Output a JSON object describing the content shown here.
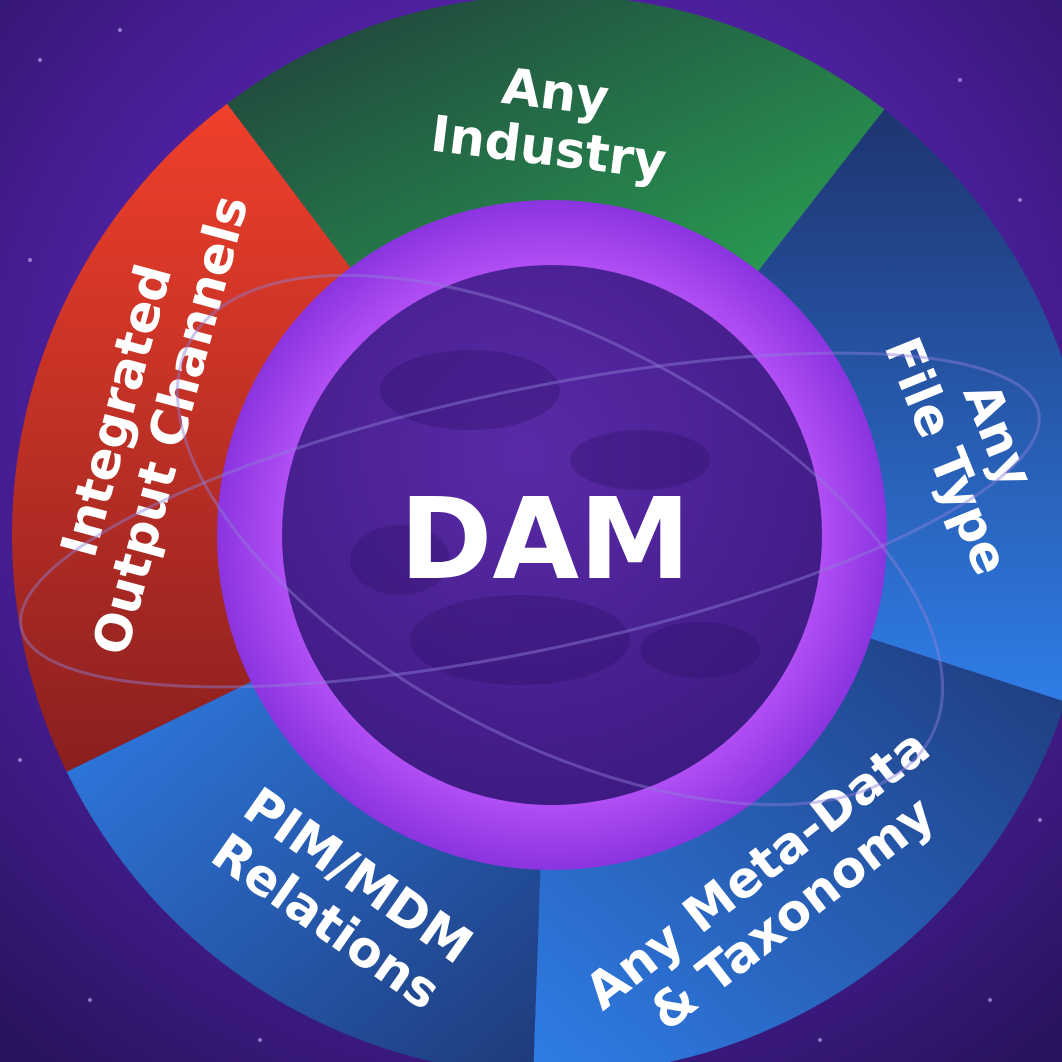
{
  "center": {
    "label": "DAM"
  },
  "segments": [
    {
      "id": "industry",
      "lines": [
        "Any",
        "Industry"
      ],
      "color_top": "#1f3d3a",
      "color_bottom": "#2aa655"
    },
    {
      "id": "file-type",
      "lines": [
        "Any",
        "File Type"
      ],
      "color_top": "#1e3470",
      "color_bottom": "#2f7de6"
    },
    {
      "id": "metadata",
      "lines": [
        "Any Meta-Data",
        "& Taxonomy"
      ],
      "color_top": "#1e3a7a",
      "color_bottom": "#2f7de6"
    },
    {
      "id": "pim-mdm",
      "lines": [
        "PIM/MDM",
        "Relations"
      ],
      "color_top": "#2f7de6",
      "color_bottom": "#1e3a7a"
    },
    {
      "id": "output-channels",
      "lines": [
        "Integrated",
        "Output Channels"
      ],
      "color_top": "#f0402b",
      "color_bottom": "#8a1f1f"
    }
  ],
  "colors": {
    "background": "#3a1a78",
    "ring": "#9b3ff0",
    "planet": "#4e2196"
  }
}
